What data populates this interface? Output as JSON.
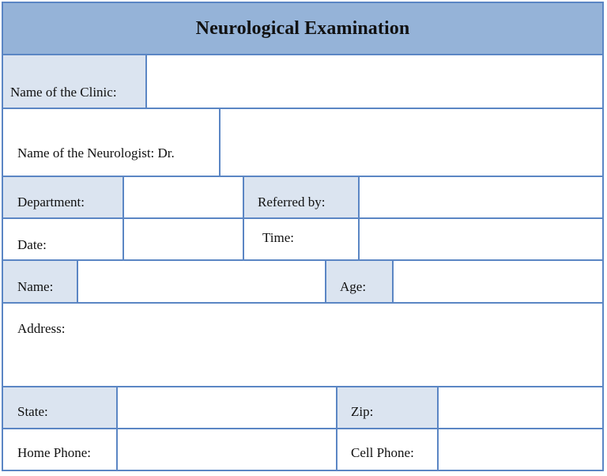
{
  "form": {
    "title": "Neurological Examination",
    "labels": {
      "clinic": "Name of the Clinic:",
      "neurologist": "Name of the Neurologist:  Dr.",
      "department": "Department:",
      "referred_by": "Referred by:",
      "date": "Date:",
      "time": "Time:",
      "name": "Name:",
      "age": "Age:",
      "address": "Address:",
      "state": "State:",
      "zip": "Zip:",
      "home_phone": "Home Phone:",
      "cell_phone": "Cell Phone:"
    },
    "colors": {
      "border": "#5b86c4",
      "title_fill": "#95b3d8",
      "label_fill": "#dbe4f0"
    }
  }
}
